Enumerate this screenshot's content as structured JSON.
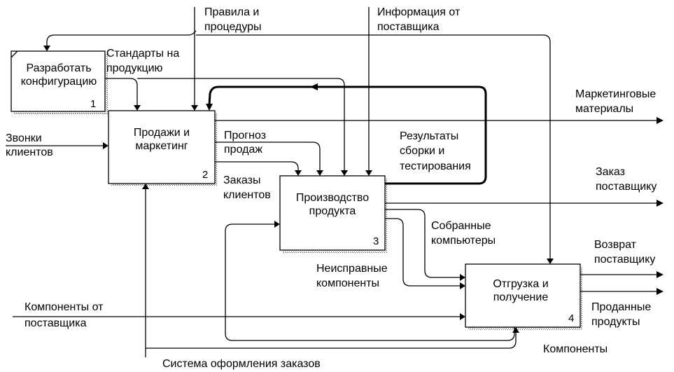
{
  "boxes": [
    {
      "id": "configure",
      "line1": "Разработать",
      "line2": "конфигурацию",
      "number": "1"
    },
    {
      "id": "sales",
      "line1": "Продажи и",
      "line2": "маркетинг",
      "number": "2"
    },
    {
      "id": "production",
      "line1": "Производство",
      "line2": "продукта",
      "number": "3"
    },
    {
      "id": "shipping",
      "line1": "Отгрузка и",
      "line2": "получение",
      "number": "4"
    }
  ],
  "labels": {
    "rules_1": "Правила и",
    "rules_2": "процедуры",
    "supplier_info_1": "Информация от",
    "supplier_info_2": "поставщика",
    "standards_1": "Стандарты на",
    "standards_2": "продукцию",
    "marketing_materials_1": "Маркетинговые",
    "marketing_materials_2": "материалы",
    "client_calls_1": "Звонки",
    "client_calls_2": "клиентов",
    "forecast_1": "Прогноз",
    "forecast_2": "продаж",
    "test_results_1": "Результаты",
    "test_results_2": "сборки и",
    "test_results_3": "тестирования",
    "supplier_order_1": "Заказ",
    "supplier_order_2": "поставщику",
    "client_orders_1": "Заказы",
    "client_orders_2": "клиентов",
    "assembled_1": "Собранные",
    "assembled_2": "компьютеры",
    "return_1": "Возврат",
    "return_2": "поставщику",
    "faulty_1": "Неисправные",
    "faulty_2": "компоненты",
    "components_supplier_1": "Компоненты от",
    "components_supplier_2": "поставщика",
    "sold_1": "Проданные",
    "sold_2": "продукты",
    "components": "Компоненты",
    "order_system": "Система оформления заказов"
  }
}
